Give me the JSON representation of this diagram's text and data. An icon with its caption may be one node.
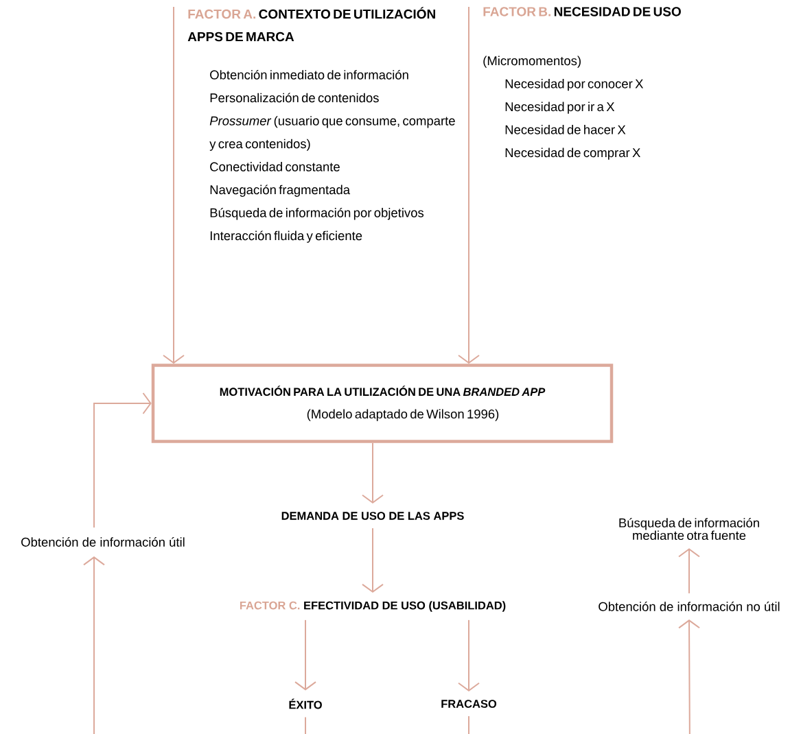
{
  "diagram": {
    "nodes": [
      {
        "text": [
          "FACTOR A.",
          "CONTEXTO DE UTILIZACIÓN APPS DE MARCA",
          "Obtención inmediato de información",
          "Personalización de contenidos",
          "*Prossumer* (usuario que consume, comparte y crea contenidos)",
          "Conectividad constante",
          "Navegación fragmentada",
          "Búsqueda de información por objetivos",
          "Interacción fluida y eficiente"
        ]
      },
      {
        "text": [
          "FACTOR B.",
          "NECESIDAD DE USO",
          "(Micromomentos)",
          "Necesidad por conocer X",
          "Necesidad por ir a X",
          "Necesidad de hacer X",
          "Necesidad de comprar X"
        ]
      },
      {
        "text": [
          "MOTIVACIÓN PARA LA UTILIZACIÓN DE UNA *BRANDED APP*",
          "(Modelo adaptado de Wilson 1996)"
        ]
      },
      {
        "text": [
          "DEMANDA DE USO DE LAS APPS"
        ]
      },
      {
        "text": [
          "FACTOR C.",
          "EFECTIVIDAD DE USO (USABILIDAD)"
        ]
      },
      {
        "text": [
          "ÉXITO"
        ]
      },
      {
        "text": [
          "FRACASO"
        ]
      },
      {
        "text": [
          "Obtención de información útil"
        ]
      },
      {
        "text": [
          "Obtención de información no útil"
        ]
      },
      {
        "text": [
          "Búsqueda de información mediante otra fuente"
        ]
      }
    ],
    "edges": [
      {
        "from": 0,
        "to": 2,
        "arrow": "to"
      },
      {
        "from": 1,
        "to": 2,
        "arrow": "to"
      },
      {
        "from": 2,
        "to": 3,
        "arrow": "to"
      },
      {
        "from": 3,
        "to": 4,
        "arrow": "to"
      },
      {
        "from": 4,
        "to": 5,
        "arrow": "to"
      },
      {
        "from": 4,
        "to": 6,
        "arrow": "to"
      },
      {
        "from": 5,
        "to": 7,
        "arrow": "to"
      },
      {
        "from": 6,
        "to": 8,
        "arrow": "to"
      },
      {
        "from": 8,
        "to": 9,
        "arrow": "to"
      },
      {
        "from": 7,
        "to": 2,
        "arrow": "to"
      }
    ]
  }
}
